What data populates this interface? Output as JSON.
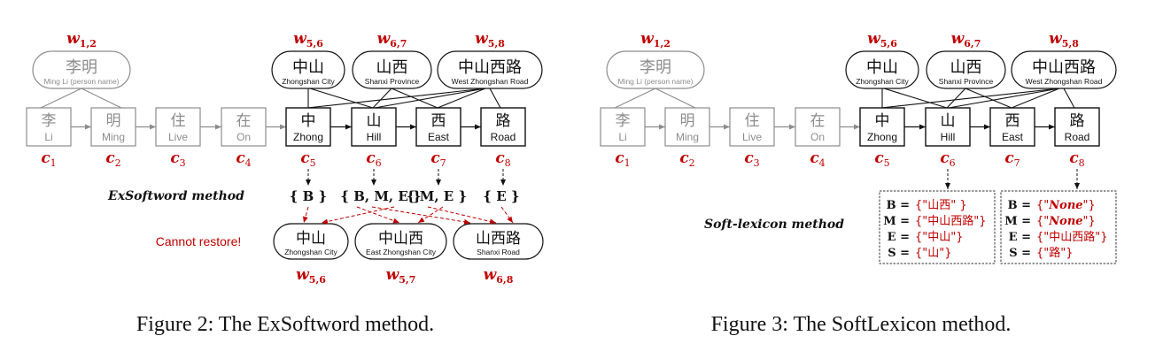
{
  "figures": [
    {
      "id": "fig2",
      "caption": "Figure 2: The ExSoftword method.",
      "method_label": "ExSoftword method",
      "chars": [
        {
          "zh": "李",
          "en": "Li",
          "label": "c",
          "sub": "1",
          "active": false
        },
        {
          "zh": "明",
          "en": "Ming",
          "label": "c",
          "sub": "2",
          "active": false
        },
        {
          "zh": "住",
          "en": "Live",
          "label": "c",
          "sub": "3",
          "active": false
        },
        {
          "zh": "在",
          "en": "On",
          "label": "c",
          "sub": "4",
          "active": false
        },
        {
          "zh": "中",
          "en": "Zhong",
          "label": "c",
          "sub": "5",
          "active": true
        },
        {
          "zh": "山",
          "en": "Hill",
          "label": "c",
          "sub": "6",
          "active": true
        },
        {
          "zh": "西",
          "en": "East",
          "label": "c",
          "sub": "7",
          "active": true
        },
        {
          "zh": "路",
          "en": "Road",
          "label": "c",
          "sub": "8",
          "active": true
        }
      ],
      "words": [
        {
          "zh": "李明",
          "en": "Ming Li (person name)",
          "label": "w",
          "sub": "1,2",
          "active": false
        },
        {
          "zh": "中山",
          "en": "Zhongshan City",
          "label": "w",
          "sub": "5,6",
          "active": true
        },
        {
          "zh": "山西",
          "en": "Shanxi Province",
          "label": "w",
          "sub": "6,7",
          "active": true
        },
        {
          "zh": "中山西路",
          "en": "West Zhongshan Road",
          "label": "w",
          "sub": "5,8",
          "active": true
        }
      ],
      "tag_sets": [
        "{ B }",
        "{ B, M, E }",
        "{ M, E }",
        "{ E }"
      ],
      "restore_label": "Cannot restore!",
      "restored_words": [
        {
          "zh": "中山",
          "en": "Zhongshan City",
          "label": "w",
          "sub": "5,6"
        },
        {
          "zh": "中山西",
          "en": "East Zhongshan City",
          "label": "w",
          "sub": "5,7"
        },
        {
          "zh": "山西路",
          "en": "Shanxi Road",
          "label": "w",
          "sub": "6,8"
        }
      ]
    },
    {
      "id": "fig3",
      "caption": "Figure 3: The SoftLexicon method.",
      "method_label": "Soft-lexicon method",
      "chars": [
        {
          "zh": "李",
          "en": "Li",
          "label": "c",
          "sub": "1",
          "active": false
        },
        {
          "zh": "明",
          "en": "Ming",
          "label": "c",
          "sub": "2",
          "active": false
        },
        {
          "zh": "住",
          "en": "Live",
          "label": "c",
          "sub": "3",
          "active": false
        },
        {
          "zh": "在",
          "en": "On",
          "label": "c",
          "sub": "4",
          "active": false
        },
        {
          "zh": "中",
          "en": "Zhong",
          "label": "c",
          "sub": "5",
          "active": true
        },
        {
          "zh": "山",
          "en": "Hill",
          "label": "c",
          "sub": "6",
          "active": true
        },
        {
          "zh": "西",
          "en": "East",
          "label": "c",
          "sub": "7",
          "active": true
        },
        {
          "zh": "路",
          "en": "Road",
          "label": "c",
          "sub": "8",
          "active": true
        }
      ],
      "words": [
        {
          "zh": "李明",
          "en": "Ming Li (person name)",
          "label": "w",
          "sub": "1,2",
          "active": false
        },
        {
          "zh": "中山",
          "en": "Zhongshan City",
          "label": "w",
          "sub": "5,6",
          "active": true
        },
        {
          "zh": "山西",
          "en": "Shanxi Province",
          "label": "w",
          "sub": "6,7",
          "active": true
        },
        {
          "zh": "中山西路",
          "en": "West Zhongshan Road",
          "label": "w",
          "sub": "5,8",
          "active": true
        }
      ],
      "lexicon_sets": [
        {
          "char": "c6",
          "rows": [
            {
              "key": "B",
              "value": "{\"山西\" }",
              "none": false
            },
            {
              "key": "M",
              "value": "{\"中山西路\"}",
              "none": false
            },
            {
              "key": "E",
              "value": "{\"中山\"}",
              "none": false
            },
            {
              "key": "S",
              "value": "{\"山\"}",
              "none": false
            }
          ]
        },
        {
          "char": "c8",
          "rows": [
            {
              "key": "B",
              "value": "None",
              "none": true
            },
            {
              "key": "M",
              "value": "None",
              "none": true
            },
            {
              "key": "E",
              "value": "{\"中山西路\"}",
              "none": false
            },
            {
              "key": "S",
              "value": "{\"路\"}",
              "none": false
            }
          ]
        }
      ]
    }
  ],
  "colors": {
    "accent_red": "#c00000",
    "inactive_gray": "#8c8c8c",
    "active_black": "#111111"
  }
}
